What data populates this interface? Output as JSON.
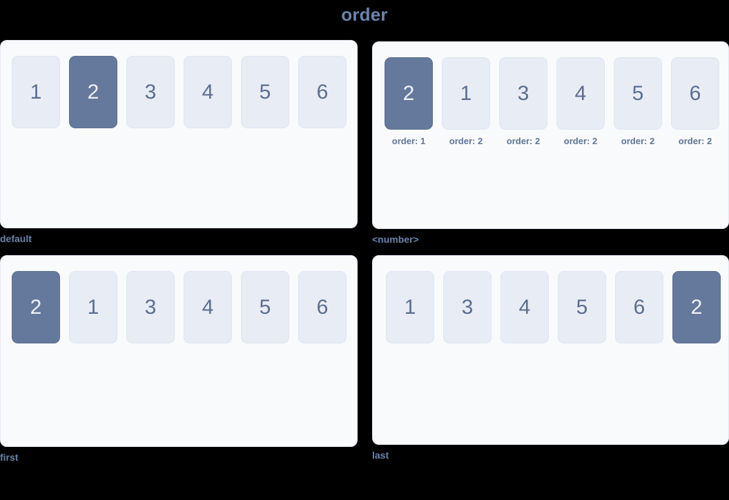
{
  "title": "order",
  "colors": {
    "background": "#000000",
    "panel_bg": "#f9fafc",
    "panel_border": "#e4e9f2",
    "box_bg": "#e8ecf5",
    "box_text": "#5a6e8f",
    "box_active_bg": "#64799c",
    "box_active_text": "#eef2f8",
    "caption": "#6b84ad",
    "order_label": "#5f7596"
  },
  "panels": [
    {
      "caption": "default",
      "show_order_labels": false,
      "items": [
        {
          "value": "1",
          "active": false
        },
        {
          "value": "2",
          "active": true
        },
        {
          "value": "3",
          "active": false
        },
        {
          "value": "4",
          "active": false
        },
        {
          "value": "5",
          "active": false
        },
        {
          "value": "6",
          "active": false
        }
      ]
    },
    {
      "caption": "<number>",
      "show_order_labels": true,
      "items": [
        {
          "value": "2",
          "active": true,
          "order_label": "order: 1"
        },
        {
          "value": "1",
          "active": false,
          "order_label": "order: 2"
        },
        {
          "value": "3",
          "active": false,
          "order_label": "order: 2"
        },
        {
          "value": "4",
          "active": false,
          "order_label": "order: 2"
        },
        {
          "value": "5",
          "active": false,
          "order_label": "order: 2"
        },
        {
          "value": "6",
          "active": false,
          "order_label": "order: 2"
        }
      ]
    },
    {
      "caption": "first",
      "show_order_labels": false,
      "items": [
        {
          "value": "2",
          "active": true
        },
        {
          "value": "1",
          "active": false
        },
        {
          "value": "3",
          "active": false
        },
        {
          "value": "4",
          "active": false
        },
        {
          "value": "5",
          "active": false
        },
        {
          "value": "6",
          "active": false
        }
      ]
    },
    {
      "caption": "last",
      "show_order_labels": false,
      "items": [
        {
          "value": "1",
          "active": false
        },
        {
          "value": "3",
          "active": false
        },
        {
          "value": "4",
          "active": false
        },
        {
          "value": "5",
          "active": false
        },
        {
          "value": "6",
          "active": false
        },
        {
          "value": "2",
          "active": true
        }
      ]
    }
  ]
}
